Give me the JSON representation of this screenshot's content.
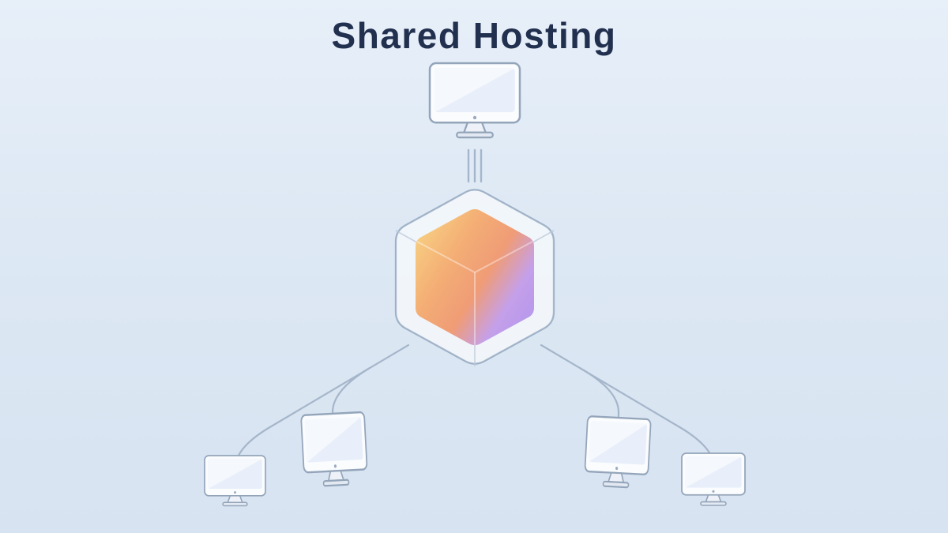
{
  "title": "Shared Hosting",
  "colors": {
    "background_top": "#e7eff9",
    "background_bottom": "#d7e3f1",
    "title_text": "#22304f",
    "connector_line": "#a6b6ca",
    "glass_cube_stroke": "#9cafc5",
    "glass_cube_fill": "#f4f8fc",
    "monitor_stroke": "#94a5ba",
    "monitor_fill": "#fafcfe",
    "cube_gradient": {
      "stop1": "#f7cf74",
      "stop2": "#f3a362",
      "stop3": "#ee8f63",
      "stop4": "#bd93e8",
      "stop5": "#a887ea"
    }
  },
  "diagram": {
    "type": "diagram",
    "description": "A host computer connected by a link to a shared-hosting glass cube, which fans out to four client computers below",
    "nodes": [
      {
        "id": "server-computer",
        "kind": "computer",
        "role": "host"
      },
      {
        "id": "shared-cube",
        "kind": "cube",
        "role": "shared-server"
      },
      {
        "id": "client-1",
        "kind": "computer",
        "role": "client"
      },
      {
        "id": "client-2",
        "kind": "computer",
        "role": "client"
      },
      {
        "id": "client-3",
        "kind": "computer",
        "role": "client"
      },
      {
        "id": "client-4",
        "kind": "computer",
        "role": "client"
      }
    ],
    "edges": [
      {
        "from": "server-computer",
        "to": "shared-cube"
      },
      {
        "from": "shared-cube",
        "to": "client-1"
      },
      {
        "from": "shared-cube",
        "to": "client-2"
      },
      {
        "from": "shared-cube",
        "to": "client-3"
      },
      {
        "from": "shared-cube",
        "to": "client-4"
      }
    ]
  }
}
